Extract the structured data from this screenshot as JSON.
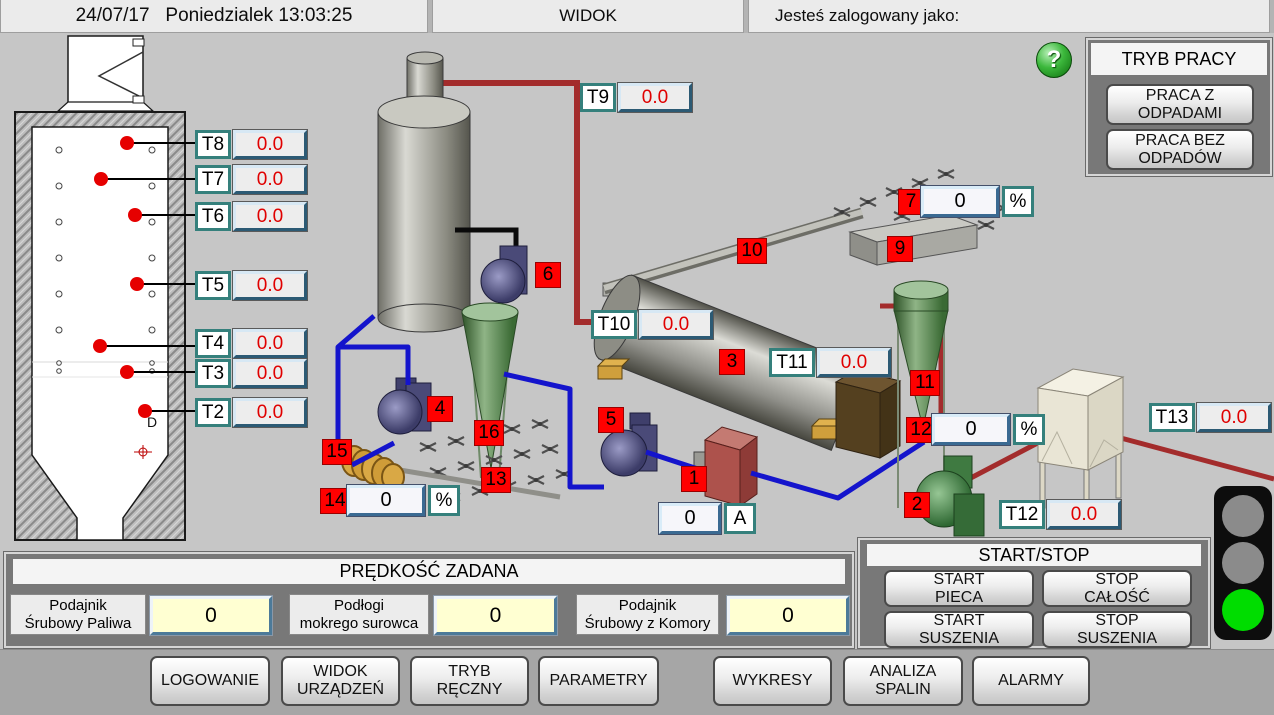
{
  "top_bar": {
    "datetime": "24/07/17   Poniedzialek 13:03:25",
    "view": "WIDOK",
    "login": "Jesteś zalogowany jako:"
  },
  "help": {
    "glyph": "?"
  },
  "mode_panel": {
    "title": "TRYB PRACY",
    "work_with_waste": "PRACA Z\nODPADAMI",
    "work_without_waste": "PRACA BEZ\nODPADÓW"
  },
  "temps": {
    "t2": {
      "label": "T2",
      "value": "0.0"
    },
    "t3": {
      "label": "T3",
      "value": "0.0"
    },
    "t4": {
      "label": "T4",
      "value": "0.0"
    },
    "t5": {
      "label": "T5",
      "value": "0.0"
    },
    "t6": {
      "label": "T6",
      "value": "0.0"
    },
    "t7": {
      "label": "T7",
      "value": "0.0"
    },
    "t8": {
      "label": "T8",
      "value": "0.0"
    },
    "t9": {
      "label": "T9",
      "value": "0.0"
    },
    "t10": {
      "label": "T10",
      "value": "0.0"
    },
    "t11": {
      "label": "T11",
      "value": "0.0"
    },
    "t12": {
      "label": "T12",
      "value": "0.0"
    },
    "t13": {
      "label": "T13",
      "value": "0.0"
    }
  },
  "inputs": {
    "fan7": {
      "value": "0",
      "unit": "%"
    },
    "fan12": {
      "value": "0",
      "unit": "%"
    },
    "fan14": {
      "value": "0",
      "unit": "%"
    },
    "burner_current": {
      "value": "0",
      "unit": "A"
    }
  },
  "equipment_labels": {
    "e1": "1",
    "e2": "2",
    "e3": "3",
    "e4": "4",
    "e5": "5",
    "e6": "6",
    "e7": "7",
    "e9": "9",
    "e10": "10",
    "e11": "11",
    "e12": "12",
    "e13": "13",
    "e14": "14",
    "e15": "15",
    "e16": "16"
  },
  "furnace": {
    "marker": "D"
  },
  "speed_panel": {
    "title": "PRĘDKOŚĆ ZADANA",
    "items": [
      {
        "label": "Podajnik\nŚrubowy Paliwa",
        "value": "0"
      },
      {
        "label": "Podłogi\nmokrego surowca",
        "value": "0"
      },
      {
        "label": "Podajnik\nŚrubowy z Komory",
        "value": "0"
      }
    ]
  },
  "startstop_panel": {
    "title": "START/STOP",
    "start_furnace": "START\nPIECA",
    "stop_all": "STOP\nCAŁOŚĆ",
    "start_drying": "START\nSUSZENIA",
    "stop_drying": "STOP\nSUSZENIA"
  },
  "nav": {
    "login": "LOGOWANIE",
    "devices": "WIDOK\nURZĄDZEŃ",
    "manual": "TRYB\nRĘCZNY",
    "parameters": "PARAMETRY",
    "charts": "WYKRESY",
    "flue_gas": "ANALIZA\nSPALIN",
    "alarms": "ALARMY"
  },
  "traffic_light": {
    "top": "off",
    "middle": "off",
    "bottom": "on"
  },
  "colors": {
    "alarm_tag_red": "#ff0000",
    "value_text_red": "#e00000",
    "pipe_blue": "#1414cc",
    "pipe_red": "#a32c2c",
    "traffic_green": "#00dd00"
  }
}
